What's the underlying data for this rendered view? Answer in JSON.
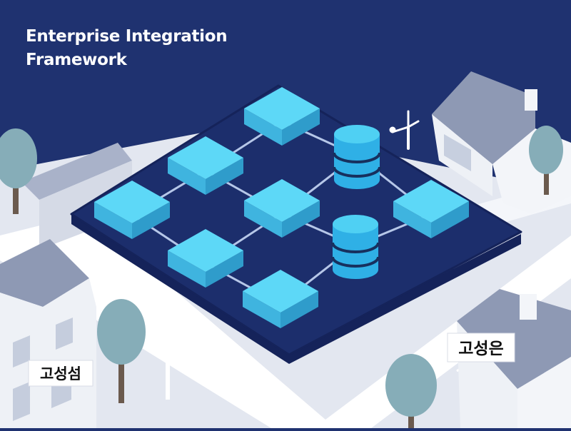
{
  "title_lines": [
    "Enterprise Integration",
    "Framework"
  ],
  "signs": {
    "left": "고성섬",
    "right": "고성은"
  },
  "colors": {
    "sky": "#1f3270",
    "ground": "#e5e9f1",
    "road": "#ffffff",
    "platform": "#1c2e6c",
    "platform_edge": "#15235a",
    "block_top": "#5dd8f7",
    "block_left": "#3fb4df",
    "block_right": "#2f9ccb",
    "db_body": "#2fb0e6",
    "db_band": "#17305e",
    "connector": "#b6c7e8",
    "house_wall": "#eef0f5",
    "house_roof": "#8994ad",
    "tree_crown": "#86adb8",
    "tree_trunk": "#6b5a4e"
  },
  "icons": [
    "wind-turbine-icon",
    "tree-icon",
    "house-icon",
    "database-icon",
    "service-block-icon"
  ]
}
